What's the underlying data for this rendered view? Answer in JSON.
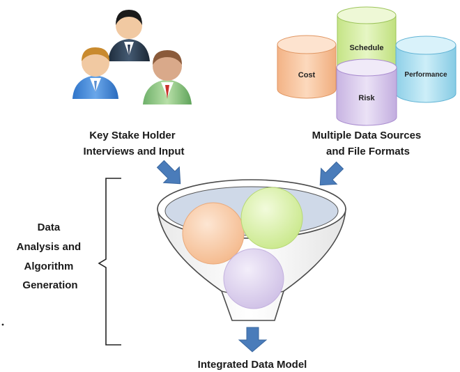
{
  "stakeholders_label": [
    "Key Stake Holder",
    "Interviews and Input"
  ],
  "data_sources_label": [
    "Multiple Data Sources",
    "and File Formats"
  ],
  "cylinders": {
    "cost": "Cost",
    "schedule": "Schedule",
    "performance": "Performance",
    "risk": "Risk"
  },
  "analysis_label": [
    "Data",
    "Analysis and",
    "Algorithm",
    "Generation"
  ],
  "output_label": "Integrated Data Model",
  "colors": {
    "cost": "#f7c49a",
    "schedule": "#d6ee9c",
    "performance": "#a9dcee",
    "risk": "#d6c5ea",
    "arrow": "#4a7cba",
    "funnel_rim": "#c9d6e8"
  }
}
